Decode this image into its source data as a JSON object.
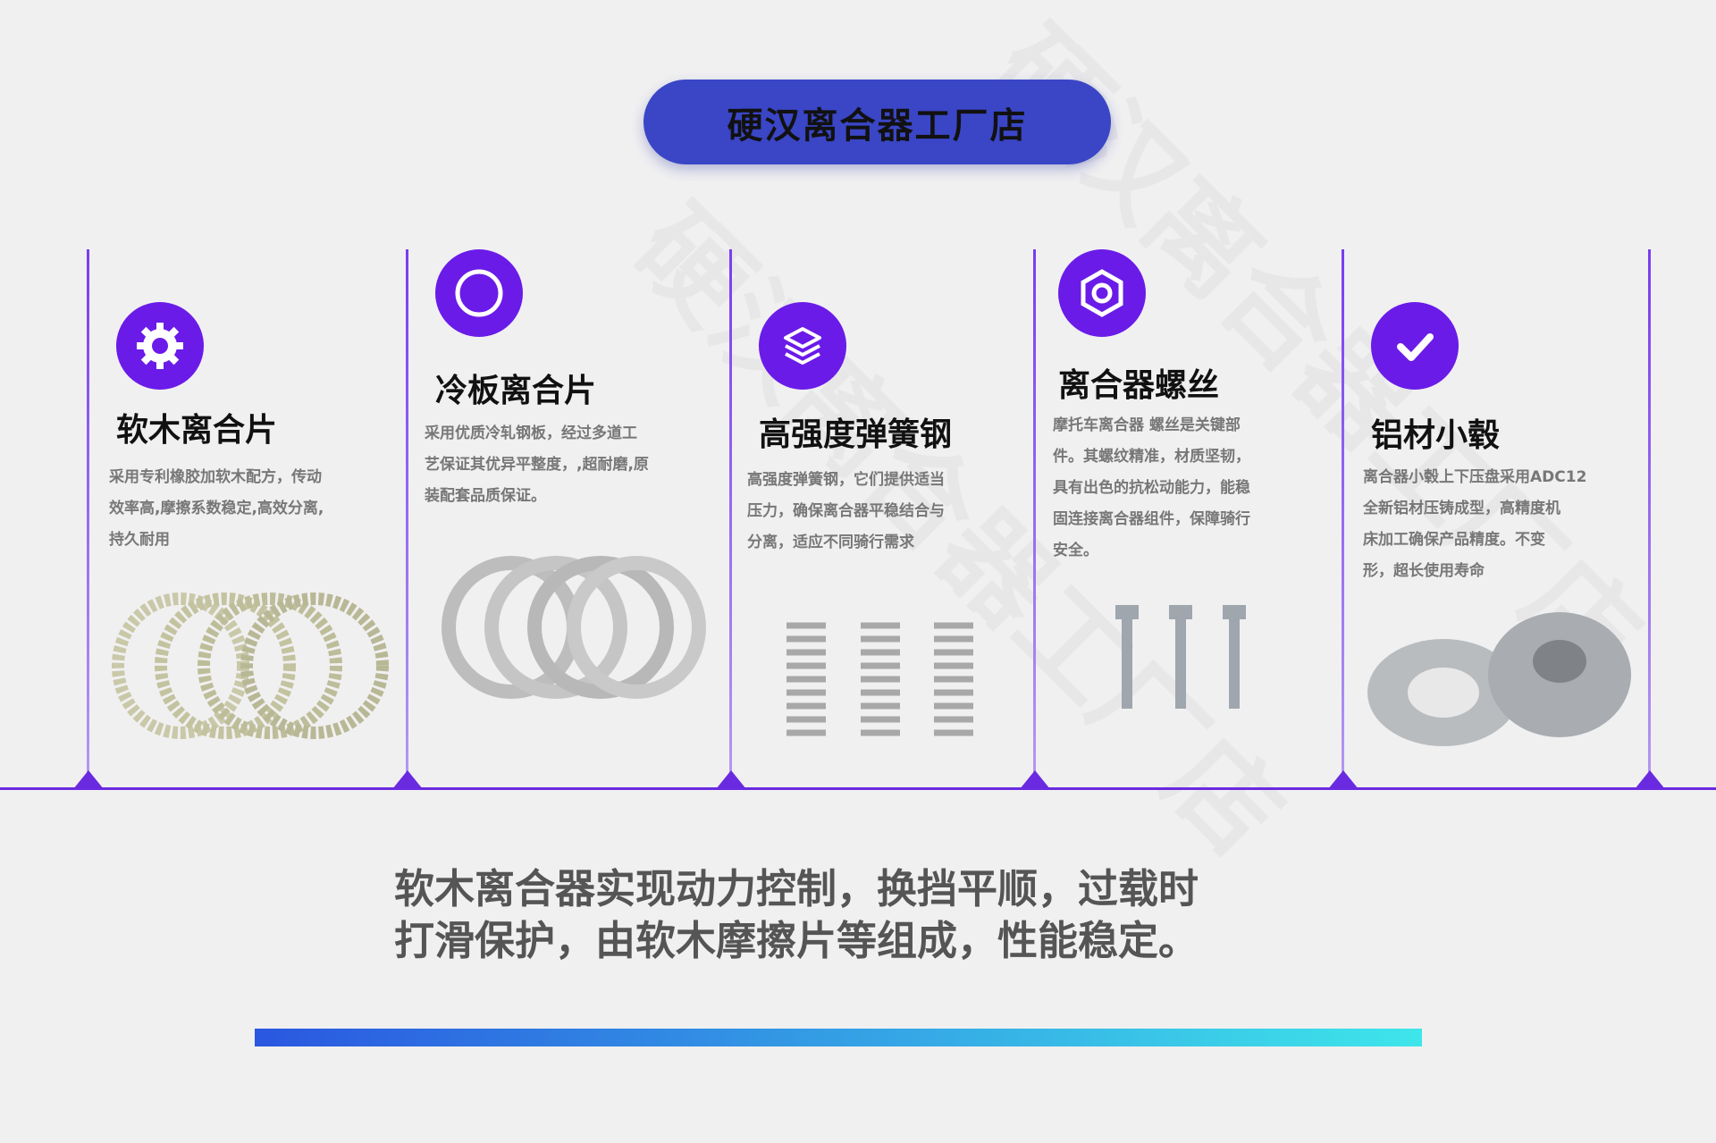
{
  "header": {
    "title": "硬汉离合器工厂店"
  },
  "watermark": "硬汉离合器工厂店",
  "columns": [
    {
      "icon": "gear-icon",
      "title": "软木离合片",
      "desc": [
        "采用专利橡胶加软木配方，传动",
        "效率高,摩擦系数稳定,高效分离,",
        "持久耐用"
      ]
    },
    {
      "icon": "circle-icon",
      "title": "冷板离合片",
      "desc": [
        "采用优质冷轧钢板，经过多道工",
        "艺保证其优异平整度，,超耐磨,原",
        "装配套品质保证。"
      ]
    },
    {
      "icon": "layers-icon",
      "title": "高强度弹簧钢",
      "desc": [
        "高强度弹簧钢，它们提供适当",
        "压力，确保离合器平稳结合与",
        "分离，适应不同骑行需求"
      ]
    },
    {
      "icon": "hexagon-nut-icon",
      "title": "离合器螺丝",
      "desc": [
        "摩托车离合器 螺丝是关键部",
        "件。其螺纹精准，材质坚韧，",
        "具有出色的抗松动能力，能稳",
        "固连接离合器组件，保障骑行",
        "安全。"
      ]
    },
    {
      "icon": "check-icon",
      "title": "铝材小毂",
      "desc": [
        "离合器小毂上下压盘采用ADC12",
        "全新铝材压铸成型，高精度机",
        "床加工确保产品精度。不变",
        "形，超长使用寿命"
      ]
    }
  ],
  "footer": {
    "lines": [
      "软木离合器实现动力控制，换挡平顺，过载时",
      "打滑保护，由软木摩擦片等组成，性能稳定。"
    ]
  },
  "colors": {
    "accent": "#6a1be8",
    "pill": "#3a46c6"
  }
}
